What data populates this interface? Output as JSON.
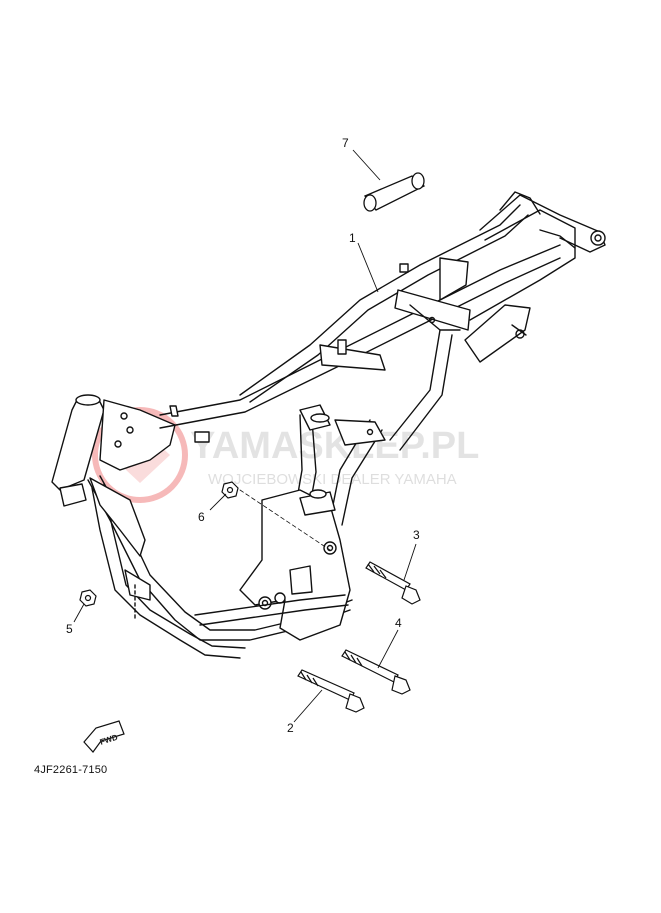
{
  "diagram": {
    "part_code": "4JF2261-7150",
    "fwd_label": "FWD",
    "callouts": [
      {
        "id": "1",
        "label": "1"
      },
      {
        "id": "2",
        "label": "2"
      },
      {
        "id": "3",
        "label": "3"
      },
      {
        "id": "4",
        "label": "4"
      },
      {
        "id": "5",
        "label": "5"
      },
      {
        "id": "6",
        "label": "6"
      },
      {
        "id": "7",
        "label": "7"
      }
    ]
  },
  "watermark": {
    "main": "YAMASKLEP.PL",
    "sub": "WOJCIEBOWSKI DEALER YAMAHA",
    "logo_color": "#e83a3a"
  }
}
